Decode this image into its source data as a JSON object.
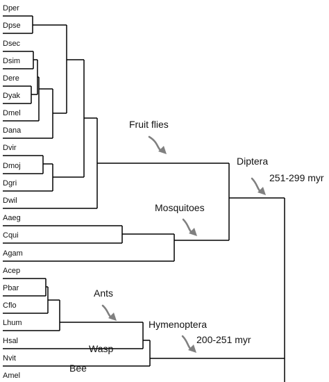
{
  "taxa": [
    "Dper",
    "Dpse",
    "Dsec",
    "Dsim",
    "Dere",
    "Dyak",
    "Dmel",
    "Dana",
    "Dvir",
    "Dmoj",
    "Dgri",
    "Dwil",
    "Aaeg",
    "Cqui",
    "Agam",
    "Acep",
    "Pbar",
    "Cflo",
    "Lhum",
    "Hsal",
    "Nvit",
    "Amel"
  ],
  "annotations": {
    "fruit_flies": "Fruit flies",
    "mosquitoes": "Mosquitoes",
    "diptera": "Diptera",
    "diptera_age": "251-299 myr",
    "ants": "Ants",
    "hymenoptera": "Hymenoptera",
    "hymenoptera_age": "200-251 myr",
    "wasp": "Wasp",
    "bee": "Bee"
  },
  "colors": {
    "branch": "#000000",
    "arrow": "#808080"
  }
}
